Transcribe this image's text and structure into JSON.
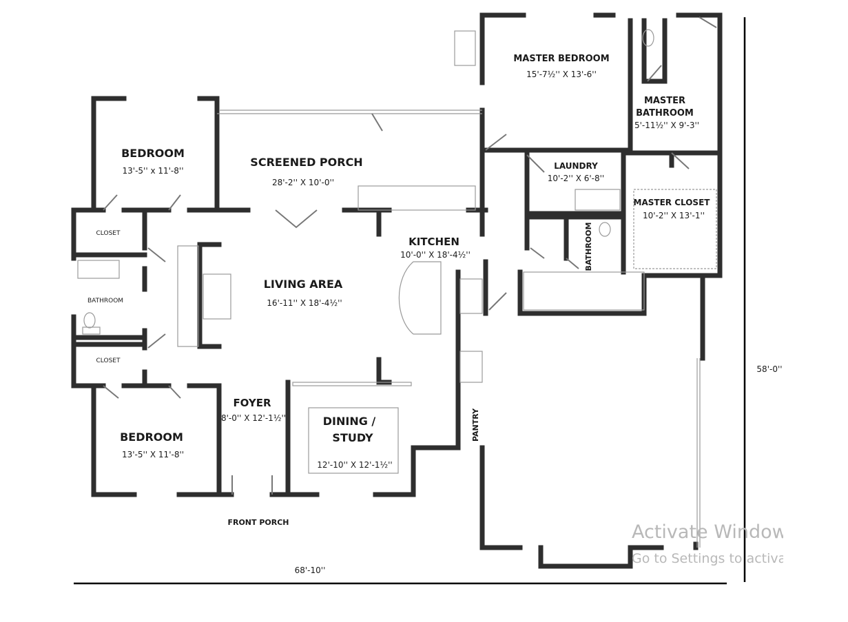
{
  "rooms": {
    "bedroom_top": {
      "name": "BEDROOM",
      "size": "13'-5'' x 11'-8''"
    },
    "screened_porch": {
      "name": "SCREENED PORCH",
      "size": "28'-2'' X 10'-0''"
    },
    "master_bedroom": {
      "name": "MASTER BEDROOM",
      "size": "15'-7½'' X 13'-6''"
    },
    "master_bathroom": {
      "name1": "MASTER",
      "name2": "BATHROOM",
      "size": "5'-11½'' X 9'-3''"
    },
    "laundry": {
      "name": "LAUNDRY",
      "size": "10'-2'' X 6'-8''"
    },
    "master_closet": {
      "name": "MASTER CLOSET",
      "size": "10'-2'' X 13'-1''"
    },
    "closet_top": {
      "name": "CLOSET"
    },
    "kitchen": {
      "name": "KITCHEN",
      "size": "10'-0'' X 18'-4½''"
    },
    "bathroom_small": {
      "name": "BATHROOM"
    },
    "bathroom_left": {
      "name": "BATHROOM"
    },
    "living_area": {
      "name": "LIVING AREA",
      "size": "16'-11'' X 18'-4½''"
    },
    "closet_bottom": {
      "name": "CLOSET"
    },
    "foyer": {
      "name": "FOYER",
      "size": "8'-0'' X 12'-1½''"
    },
    "dining_study": {
      "name1": "DINING /",
      "name2": "STUDY",
      "size": "12'-10'' X 12'-1½''"
    },
    "bedroom_bottom": {
      "name": "BEDROOM",
      "size": "13'-5'' X 11'-8''"
    },
    "pantry": {
      "name": "PANTRY"
    },
    "front_porch": {
      "name": "FRONT PORCH"
    }
  },
  "dimensions": {
    "width": "68'-10''",
    "depth": "58'-0''"
  },
  "watermark": {
    "line1": "Activate Windows",
    "line2": "Go to Settings to activate Windows."
  }
}
